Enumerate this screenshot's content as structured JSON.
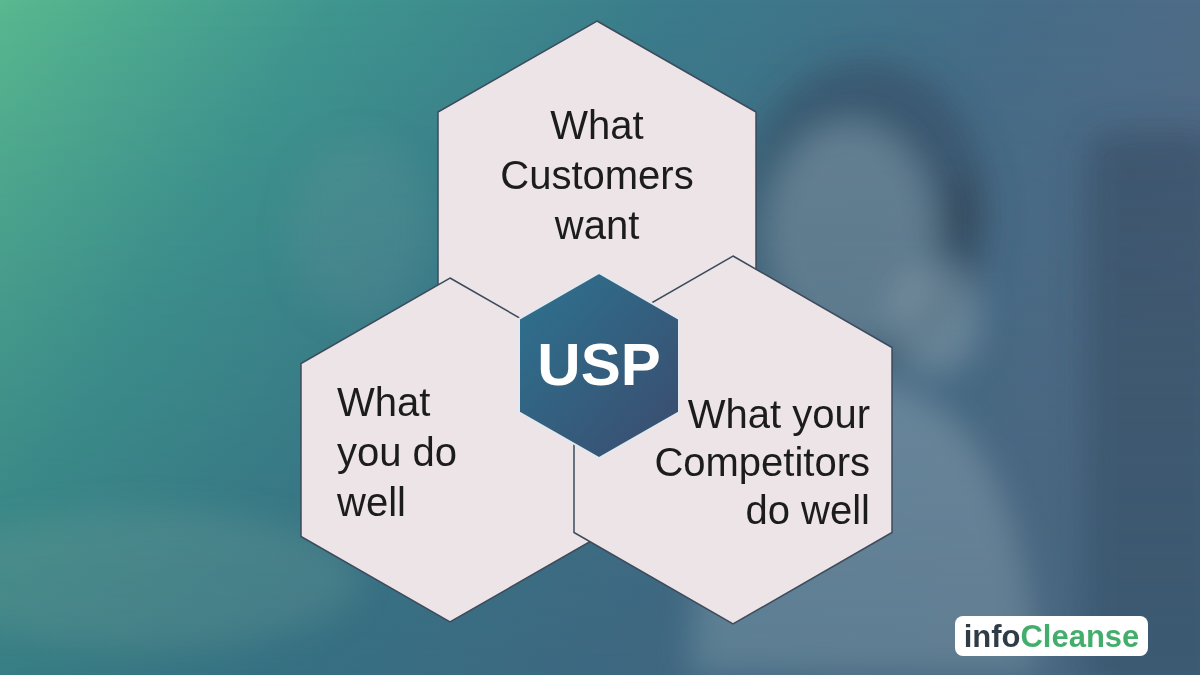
{
  "diagram": {
    "nodes": [
      {
        "text": [
          "What Customers want"
        ]
      },
      {
        "text": [
          "What you do well"
        ]
      },
      {
        "text": [
          "USP"
        ]
      },
      {
        "text": [
          "What your Competitors do well"
        ]
      }
    ],
    "labels": [
      "infoCleanse"
    ]
  }
}
